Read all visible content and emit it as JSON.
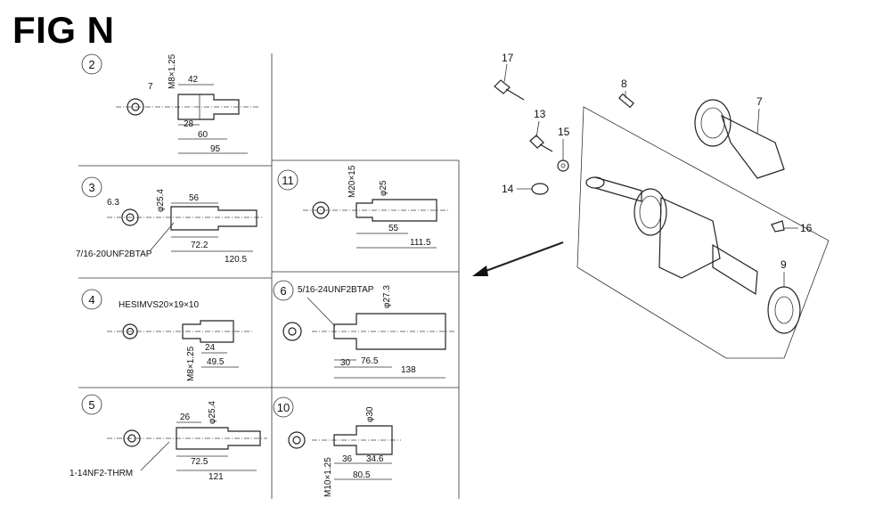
{
  "figure": {
    "title": "FIG N"
  },
  "variants": [
    {
      "id": "2",
      "dims": [
        "7",
        "M8×1.25",
        "42",
        "28",
        "60",
        "95"
      ]
    },
    {
      "id": "3",
      "dims": [
        "6.3",
        "φ25.4",
        "56",
        "72.2",
        "120.5"
      ],
      "note": "7/16-20UNF2BTAP"
    },
    {
      "id": "4",
      "dims": [
        "24",
        "49.5",
        "M8×1.25"
      ],
      "note": "HESIMVS20×19×10"
    },
    {
      "id": "5",
      "dims": [
        "26",
        "φ25.4",
        "72.5",
        "121"
      ],
      "note": "1-14NF2-THRM"
    },
    {
      "id": "6",
      "dims": [
        "φ27.3",
        "30",
        "76.5",
        "138"
      ],
      "note": "5/16-24UNF2BTAP"
    },
    {
      "id": "10",
      "dims": [
        "φ30",
        "36",
        "34.6",
        "80.5",
        "M10×1.25"
      ]
    },
    {
      "id": "11",
      "dims": [
        "M20×15",
        "φ25",
        "55",
        "111.5"
      ]
    }
  ],
  "parts": [
    "17",
    "13",
    "15",
    "14",
    "8",
    "7",
    "16",
    "9"
  ]
}
